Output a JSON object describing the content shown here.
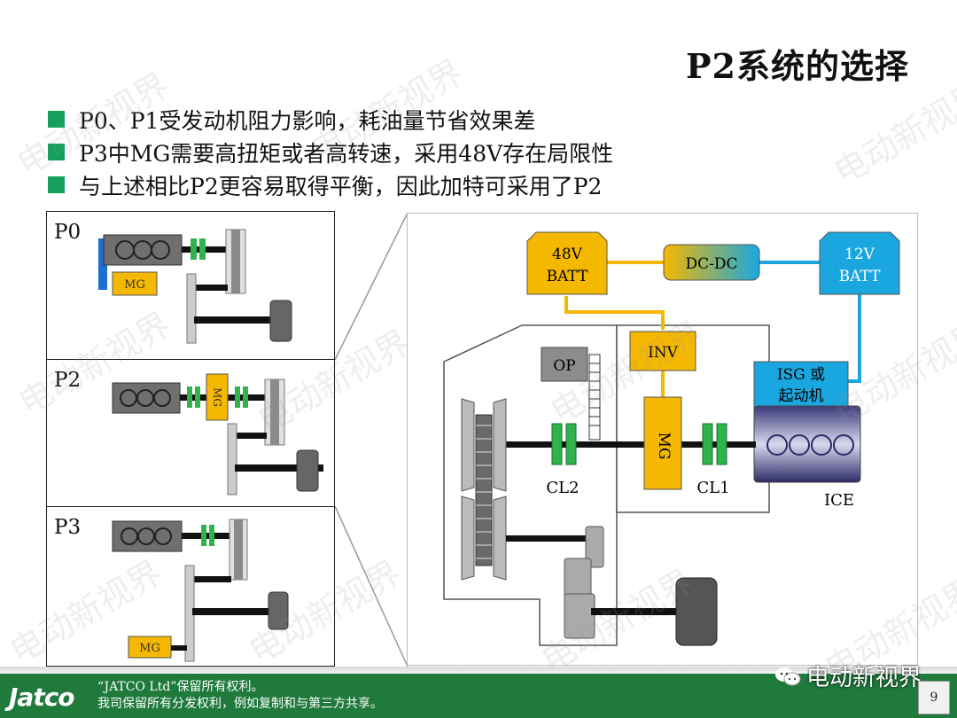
{
  "title": "P2系统的选择",
  "bullets": [
    "P0、P1受发动机阻力影响，耗油量节省效果差",
    "P3中MG需要高扭矩或者高转速，采用48V存在局限性",
    "与上述相比P2更容易取得平衡，因此加特可采用了P2"
  ],
  "panels": {
    "p0": "P0",
    "p2": "P2",
    "p3": "P3"
  },
  "labels": {
    "mg": "MG",
    "op": "OP",
    "inv": "INV",
    "cl2": "CL2",
    "cl1": "CL1",
    "ice": "ICE",
    "batt48_line1": "48V",
    "batt48_line2": "BATT",
    "dcdc": "DC-DC",
    "batt12_line1": "12V",
    "batt12_line2": "BATT",
    "isg_line1": "ISG 或",
    "isg_line2": "起动机"
  },
  "watermark": "电动新视界",
  "footer": {
    "logo": "Jatco",
    "line1": "“JATCO Ltd”保留所有权利。",
    "line2": "我司保留所有分发权利，例如复制和与第三方共享。",
    "wechat": "电动新视界",
    "page": "9"
  },
  "colors": {
    "bullet": "#14a05a",
    "mg": "#f5b800",
    "battery12": "#1aa7e0",
    "clutch": "#2fb34a",
    "engine": "#6f6f6f",
    "footer": "#1f7a3c"
  }
}
